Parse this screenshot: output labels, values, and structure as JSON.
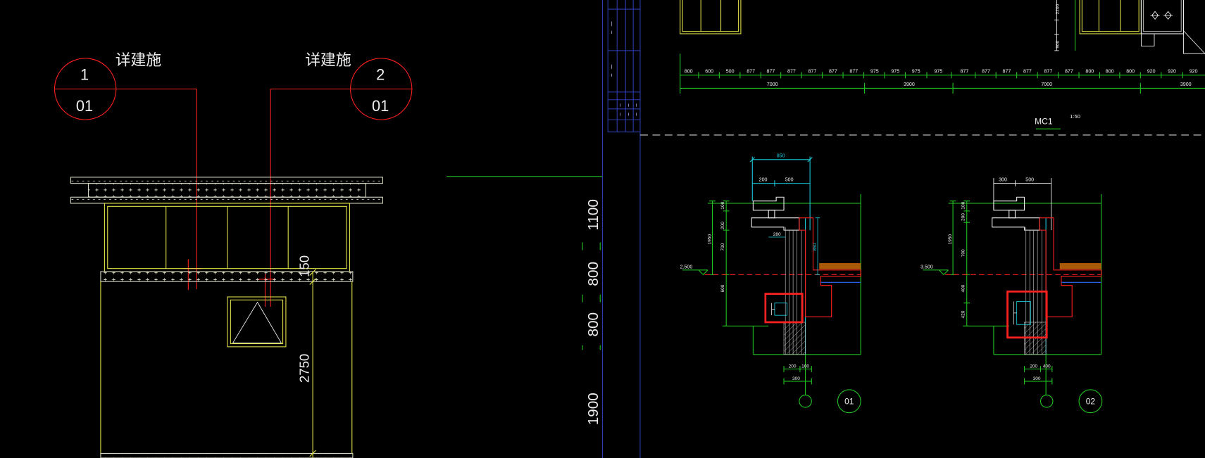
{
  "colors": {
    "background": "#000000",
    "red": "#ff2020",
    "yellow": "#e2e24a",
    "green": "#22c422",
    "cyan": "#1cc8d8",
    "blue": "#2c3cac",
    "white": "#efefef",
    "orange": "#c8680a"
  },
  "left_elevation": {
    "callout_1": {
      "number": "1",
      "sheet": "01",
      "note": "详建施"
    },
    "callout_2": {
      "number": "2",
      "sheet": "01",
      "note": "详建施"
    },
    "dims": {
      "lintel": "150",
      "wall": "2750"
    }
  },
  "vertical_dims": [
    "1100",
    "800",
    "800",
    "1900"
  ],
  "top_strip": {
    "row1": [
      "800",
      "600",
      "500",
      "877",
      "877",
      "877",
      "877",
      "877",
      "877",
      "975",
      "975",
      "975",
      "975",
      "877",
      "877",
      "877",
      "877",
      "877",
      "877",
      "800",
      "800",
      "800",
      "920",
      "920",
      "920"
    ],
    "row2": [
      "7000",
      "3900",
      "7000",
      "3900"
    ],
    "side_dims": [
      "2200",
      "900"
    ]
  },
  "mc1": {
    "label": "MC1",
    "scale": "1:50"
  },
  "detail_01": {
    "id": "01",
    "level": "2.500",
    "top_dims": [
      "850",
      "200",
      "500"
    ],
    "side_dims": [
      "100",
      "200",
      "1950",
      "700",
      "600"
    ],
    "inner_dims": [
      "850",
      "280"
    ],
    "bottom_dims": [
      "200",
      "100",
      "300"
    ]
  },
  "detail_02": {
    "id": "02",
    "level": "3.500",
    "top_dims": [
      "300",
      "500"
    ],
    "side_dims": [
      "100",
      "200",
      "1950",
      "700",
      "400",
      "420"
    ],
    "bottom_dims": [
      "200",
      "400",
      "300"
    ]
  }
}
